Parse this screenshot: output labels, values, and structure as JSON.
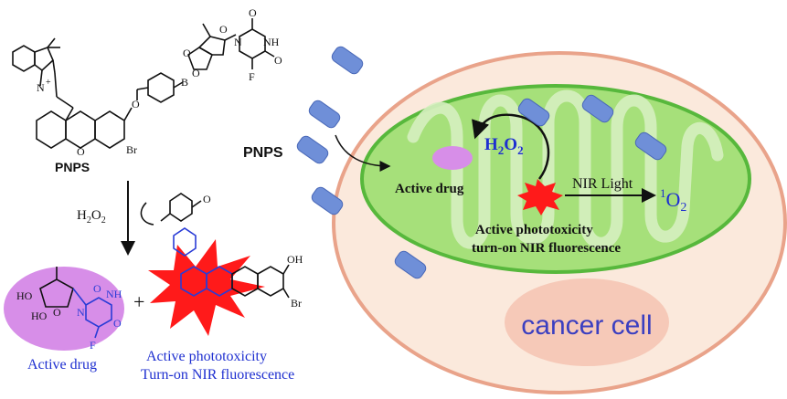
{
  "colors": {
    "cell_fill": "#fbe9dc",
    "cell_stroke": "#e9a38a",
    "mito_fill": "#a6e07a",
    "mito_stroke": "#57b83c",
    "mito_cristae": "#d6f0c0",
    "nucleus_fill": "#f6c9b8",
    "drug_blob": "#d78ee8",
    "capsule": "#6f8fd8",
    "burst": "#ff1a1a",
    "blue_text": "#1e2fd0",
    "bond": "#111111",
    "blue_bond": "#2a3cd6"
  },
  "left": {
    "pnps_label": "PNPS",
    "h2o2_label": "H2O2",
    "active_drug_label": "Active drug",
    "plus": "+",
    "active_phototoxicity": "Active phototoxicity",
    "turn_on_nir": "Turn-on NIR fluorescence",
    "atoms": {
      "n_plus": "N",
      "plus_sign": "+",
      "o_ring": "O",
      "o_ether": "O",
      "br": "Br",
      "b": "B",
      "o_b1": "O",
      "o_b2": "O",
      "o_sugar": "O",
      "n_u1": "N",
      "nh_u1": "NH",
      "o_u1a": "O",
      "o_u1b": "O",
      "f_u1": "F",
      "o_quinone": "O",
      "ho1": "HO",
      "ho2": "HO",
      "o_sugar2": "O",
      "n_u2": "N",
      "nh_u2": "NH",
      "o_u2a": "O",
      "o_u2b": "O",
      "f_u2": "F",
      "oh": "OH",
      "br2": "Br"
    }
  },
  "right": {
    "pnps_label": "PNPS",
    "h2o2_label": "H2O2",
    "active_drug_label": "Active drug",
    "nir_light_label": "NIR Light",
    "singlet_oxygen": "1O2",
    "active_phototoxicity": "Active phototoxicity",
    "turn_on_nir": "turn-on NIR fluorescence",
    "cancer_cell": "cancer cell"
  }
}
